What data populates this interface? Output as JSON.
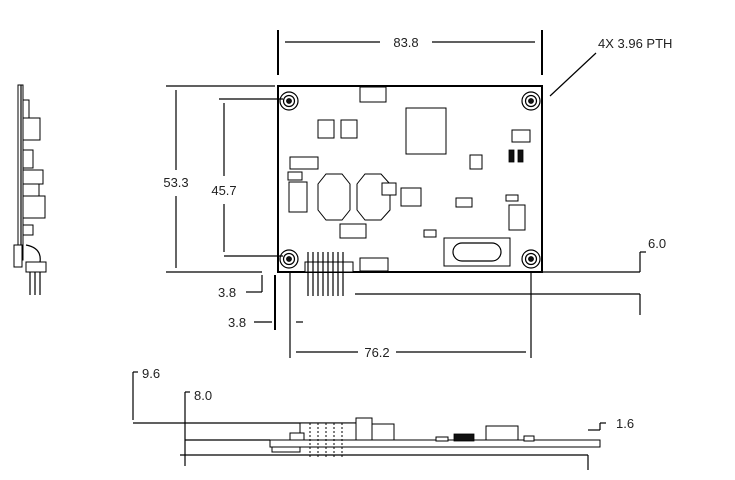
{
  "drawing": {
    "top_view": {
      "width_label": "83.8",
      "height_label": "53.3",
      "hole_spacing_v_label": "45.7",
      "hole_spacing_h_label": "76.2",
      "hole_offset_y_label": "3.8",
      "hole_offset_x_label": "3.8",
      "hole_note": "4X 3.96 PTH",
      "connector_height_label": "6.0"
    },
    "side_view": {
      "overall_height_label": "9.6",
      "component_height_label": "8.0",
      "board_thickness_label": "1.6"
    }
  }
}
